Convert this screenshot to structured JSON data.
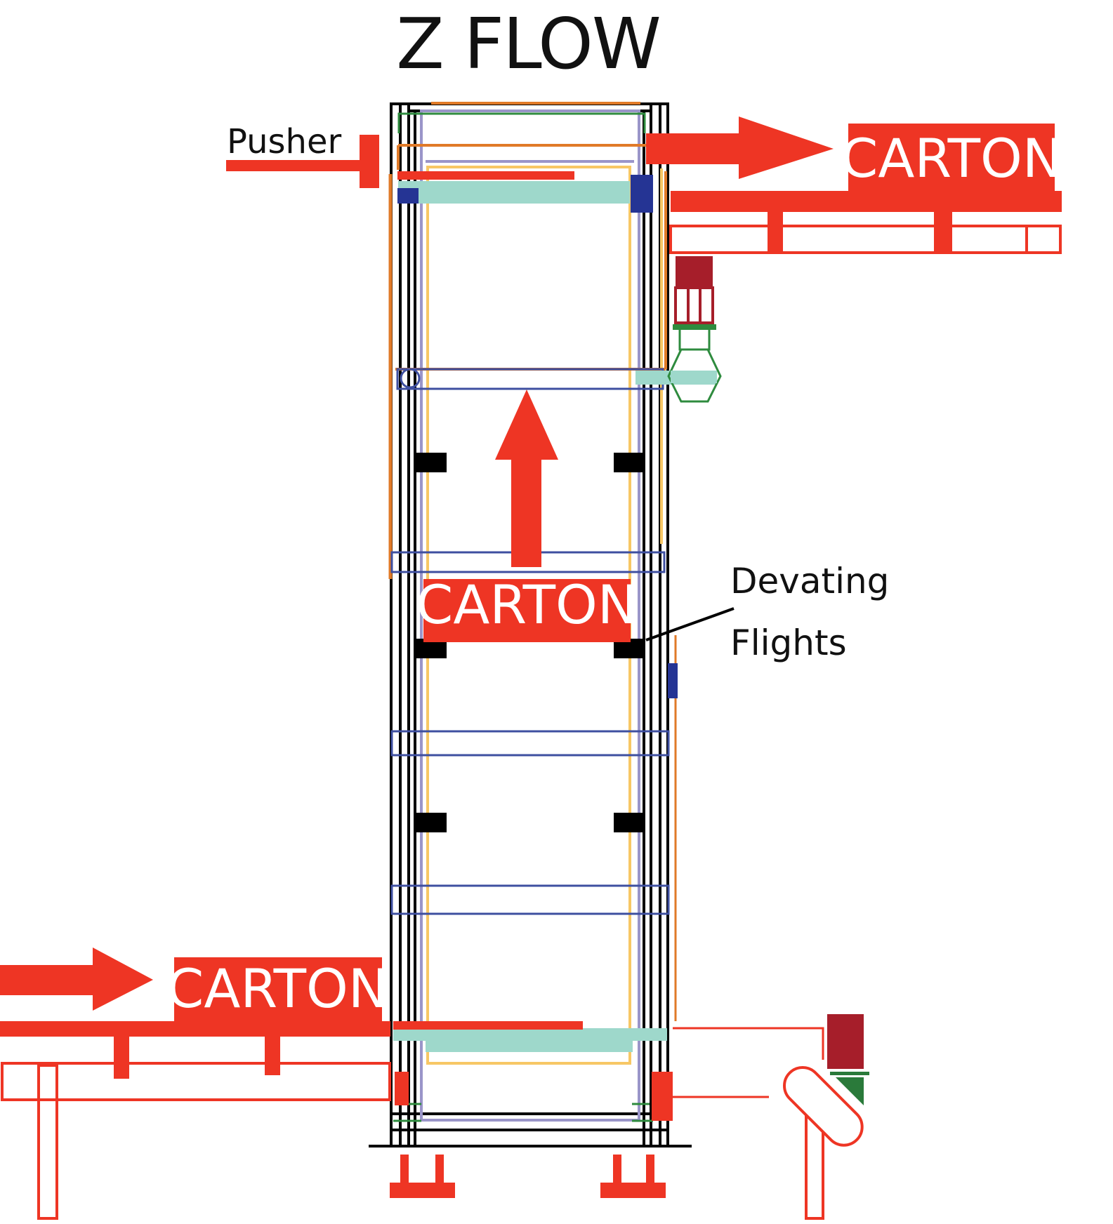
{
  "title": "Z FLOW",
  "labels": {
    "pusher": "Pusher",
    "carton_outfeed": "CARTON",
    "carton_lift": "CARTON",
    "carton_infeed": "CARTON",
    "devating_line1": "Devating",
    "devating_line2": "Flights"
  },
  "colors": {
    "red": "#ee3524",
    "black": "#000000",
    "navy": "#253494",
    "blue": "#3e4fa0",
    "orange": "#e07a28",
    "yellow": "#f7c765",
    "lavender": "#9a95c9",
    "mint": "#9ed8cb",
    "green": "#2e8b3e",
    "darkred": "#a61e2a",
    "darkgreen": "#2a7a3a"
  }
}
